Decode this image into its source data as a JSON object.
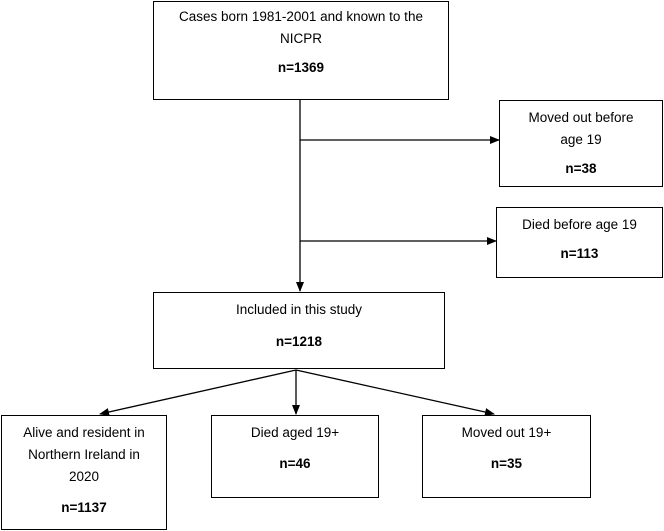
{
  "flowchart": {
    "top": {
      "line1": "Cases born 1981-2001 and known to the",
      "line2": "NICPR",
      "n": "n=1369"
    },
    "exclude1": {
      "line1": "Moved out before",
      "line2": "age 19",
      "n": "n=38"
    },
    "exclude2": {
      "line1": "Died before age 19",
      "n": "n=113"
    },
    "included": {
      "line1": "Included in this study",
      "n": "n=1218"
    },
    "outcomes": [
      {
        "line1": "Alive and resident in",
        "line2": "Northern Ireland in",
        "line3": "2020",
        "n": "n=1137"
      },
      {
        "line1": "Died aged 19+",
        "n": "n=46"
      },
      {
        "line1": "Moved out 19+",
        "n": "n=35"
      }
    ]
  }
}
